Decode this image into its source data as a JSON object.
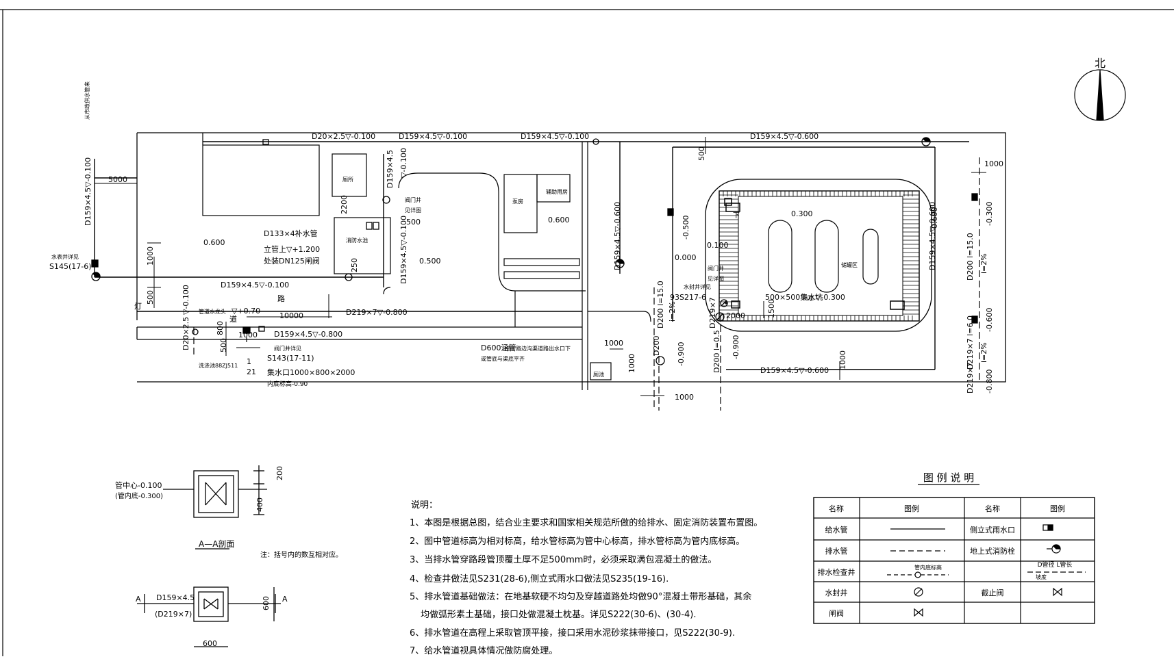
{
  "north": "北",
  "labels": {
    "from_municipal": "从市政供水管来",
    "d159_left_v": "D159×4.5▽-0.100",
    "dim_5000_top": "5000",
    "valve_well": "水表井详见",
    "s145": "S145(17-6)",
    "dim_1000_a": "1000",
    "dim_500_a": "500",
    "lamp": "灯",
    "d20_top": "D20×2.5▽-0.100",
    "d159_top1": "D159×4.5▽-0.100",
    "d159_top2": "D159×4.5▽-0.100",
    "d159_top_right": "D159×4.5▽-0.600",
    "d159_v_mid": "D159×4.5",
    "d159_v_mid_elev": "▽-0.100",
    "office": "厕所",
    "dim_2200": "2200",
    "valve_well2": "阀门井",
    "see_detail": "见详图",
    "dim_500_b": "500",
    "cistern": "消防水池",
    "d133": "D133×4补水管",
    "stand_pipe": "立管上▽+1.200",
    "dn125": "处装DN125闸阀",
    "dim_250": "250",
    "elev_0600_a": "0.600",
    "elev_0500": "0.500",
    "d159_v_mid2": "D159×4.5▽-0.100",
    "d159_road": "D159×4.5▽-0.100",
    "road_a": "道",
    "road_b": "路",
    "faucet": "管道水龙头",
    "faucet_elev": "▽+0.70",
    "dim_10000": "10000",
    "d219_800": "D219×7▽-0.800",
    "d159_800": "D159×4.5▽-0.800",
    "d20_v": "D20×2.5",
    "elev_0100_v": "▽-0.100",
    "dim_800": "800",
    "dim_500_c": "500",
    "dim_1000_b": "1000",
    "valve_well3": "阀门井详见",
    "s143": "S143(17-11)",
    "clean_pool": "洗涤池88ZJ511",
    "circle_1": "1",
    "circle_21": "21",
    "sump": "集水口1000×800×2000",
    "sump_elev": "内底标高-0.90",
    "pump_room": "泵房",
    "oil_room": "辅助用房",
    "elev_0600_b": "0.600",
    "d600": "D600涵管",
    "d600_note": "接于路边沟渠道路出水口下",
    "d600_note2": "或管底与渠底平齐",
    "d159_v_right": "D159×4.5▽-0.600",
    "dim_500_d": "500",
    "elev_neg0500": "-0.500",
    "elev_0000": "0.000",
    "elev_0100_b": "0.100",
    "valve_well4": "阀门井",
    "see_detail2": "见详图",
    "water_seal": "水封井详见",
    "s93": "93S217-6",
    "d200_15": "D200 l=15.0",
    "slope1": "i=2%",
    "d219_7_b": "D219×7",
    "dim_2000": "2000",
    "dim_1500": "1500",
    "sump2": "500×500集水坑",
    "sump2_b": "坑底",
    "elev_neg0300": "▽-0.300",
    "elev_0300": "0.300",
    "tank_area": "储罐区",
    "elev_0600_c": "-0.600",
    "d159_v_far": "D159×4.5▽-0.600",
    "dim_1000_c": "1000",
    "elev_neg0300_b": "-0.300",
    "d200_15_b": "D200 l=15.0",
    "slope2": "i=2%",
    "elev_neg0600_b": "-0.600",
    "d219_6": "D219×7 l=6.0",
    "slope3": "i=2%",
    "elev_neg0800": "-0.800",
    "d219_7_c": "D219×7",
    "dim_1000_d": "1000",
    "dim_1000_e": "1000",
    "dim_1000_f": "1000",
    "dim_1000_g": "1000",
    "d200_v": "D200",
    "elev_neg0900": "-0.900",
    "d200_05": "D200 l=0.5",
    "elev_neg0900_b": "-0.900",
    "d159_bottom": "D159×4.5▽-0.600",
    "toilet": "厕池",
    "down": "下",
    "section_pipe_center": "管中心-0.100",
    "section_pipe_bottom": "(管内底-0.300)",
    "dim_200": "200",
    "dim_400": "400",
    "section_title": "A—A剖面",
    "note_short": "注：括号内的数互相对应。",
    "plan_d159": "D159×4.5",
    "plan_d219": "(D219×7)",
    "plan_a_left": "A",
    "plan_a_right": "A",
    "dim_600_v": "600",
    "dim_600_h": "600",
    "notes_title": "说明：",
    "note1": "1、本图是根据总图，结合业主要求和国家相关规范所做的给排水、固定消防装置布置图。",
    "note2": "2、图中管道标高为相对标高，给水管标高为管中心标高，排水管标高为管内底标高。",
    "note3": "3、当排水管穿路段管顶覆土厚不足500mm时，必须采取满包混凝土的做法。",
    "note4": "4、检查井做法见S231(28-6),侧立式雨水口做法见S235(19-16).",
    "note5": "5、排水管道基础做法：在地基软硬不均匀及穿越道路处均做90°混凝土带形基础，其余",
    "note5b": "均做弧形素土基础，接口处做混凝土枕基。详见S222(30-6)、(30-4).",
    "note6": "6、排水管道在高程上采取管顶平接，接口采用水泥砂浆抹带接口，见S222(30-9).",
    "note7": "7、给水管道视具体情况做防腐处理。"
  },
  "legend": {
    "title": "图 例 说 明",
    "header": [
      "名称",
      "图例",
      "名称",
      "图例"
    ],
    "rows": [
      {
        "name1": "给水管",
        "name2": "侧立式雨水口"
      },
      {
        "name1": "排水管",
        "name2": "地上式消防栓"
      },
      {
        "name1": "排水检查井",
        "sym1": "管内底标高",
        "name2": "",
        "sym2a": "D管径  L管长",
        "sym2b": "坡度"
      },
      {
        "name1": "水封井",
        "name2": "截止阀"
      },
      {
        "name1": "闸阀",
        "name2": ""
      }
    ]
  }
}
